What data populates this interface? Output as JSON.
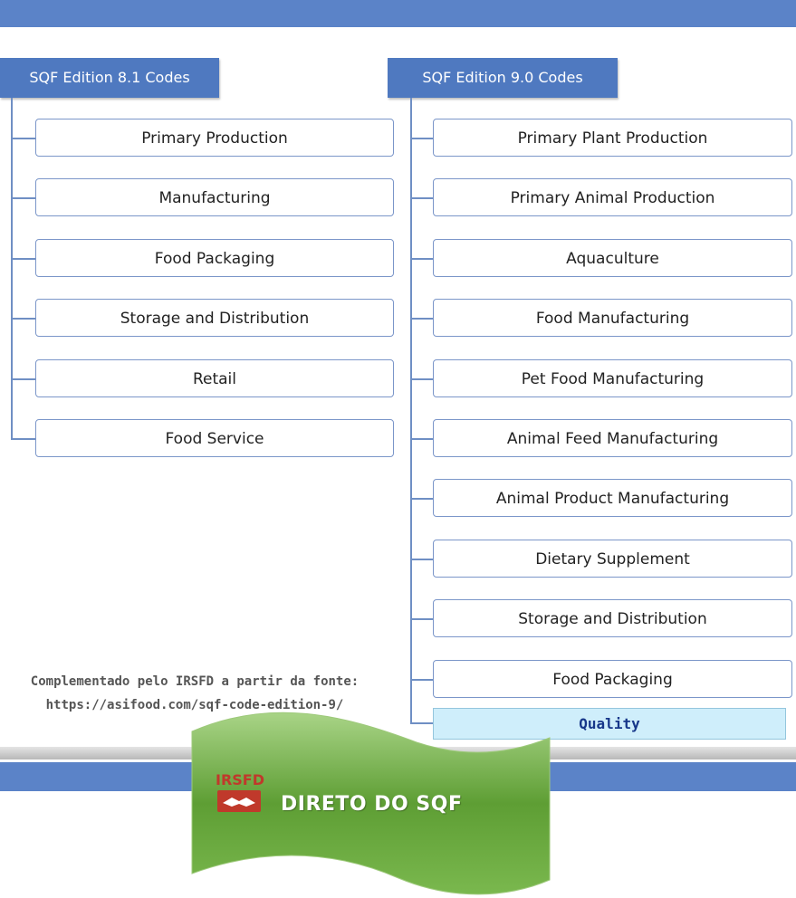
{
  "left": {
    "header": "SQF Edition 8.1 Codes",
    "items": [
      "Primary Production",
      "Manufacturing",
      "Food Packaging",
      "Storage and Distribution",
      "Retail",
      "Food Service"
    ]
  },
  "right": {
    "header": "SQF Edition 9.0 Codes",
    "items": [
      "Primary Plant Production",
      "Primary Animal Production",
      "Aquaculture",
      "Food Manufacturing",
      "Pet Food Manufacturing",
      "Animal Feed Manufacturing",
      "Animal Product Manufacturing",
      "Dietary Supplement",
      "Storage and Distribution",
      "Food Packaging"
    ],
    "quality": "Quality"
  },
  "note": {
    "line1": "Complementado pelo IRSFD a partir da fonte:",
    "line2": "https://asifood.com/sqf-code-edition-9/"
  },
  "banner": {
    "logo": "IRSFD",
    "title": "DIRETO DO SQF"
  },
  "colors": {
    "header_blue": "#4f79c0",
    "bar_blue": "#5b83c8",
    "banner_green": "#6aaa3f",
    "quality_fill": "#cfeefb"
  }
}
